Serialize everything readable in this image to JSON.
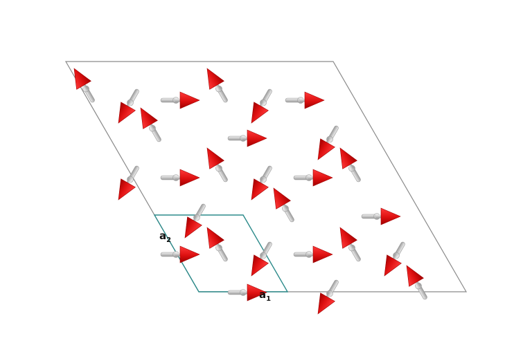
{
  "figure": {
    "labels": {
      "a1_base": "a",
      "a1_sub": "1",
      "a2_base": "a",
      "a2_sub": "2"
    },
    "colors": {
      "supercell_outline": "#8a8a8a",
      "unit_cell_outline": "#2b8a8a",
      "arrow_head": "#dd1010",
      "arrow_head_dark": "#a00000",
      "arrow_shaft": "#c8c8c8",
      "arrow_shaft_dark": "#9a9a9a"
    },
    "spin_directions": [
      "right",
      "down-left",
      "up-left"
    ]
  }
}
